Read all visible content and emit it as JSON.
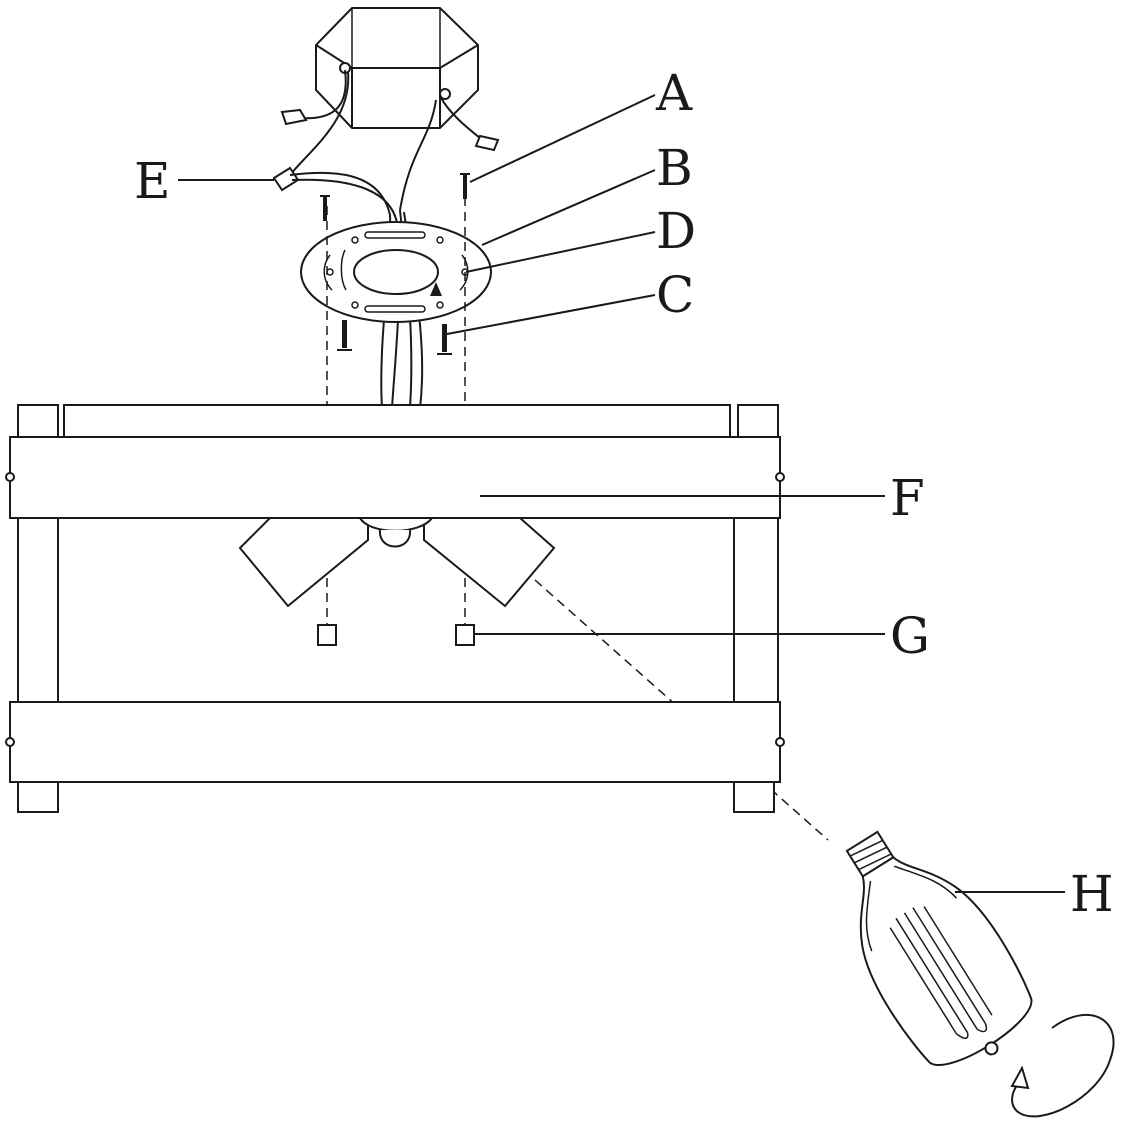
{
  "labels": {
    "a": "A",
    "b": "B",
    "c": "C",
    "d": "D",
    "e": "E",
    "f": "F",
    "g": "G",
    "h": "H"
  },
  "colors": {
    "line": "#1a1a1a",
    "background": "#ffffff"
  }
}
